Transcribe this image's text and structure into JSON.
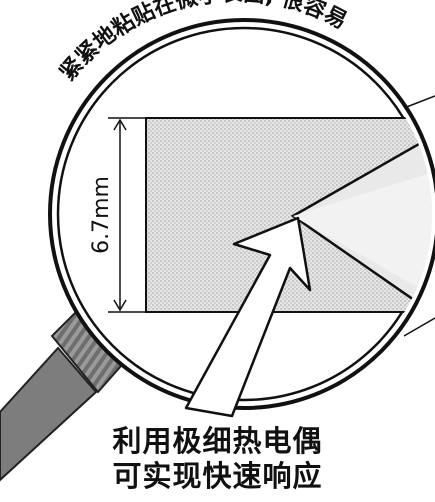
{
  "arc_text": "紧紧地粘贴在微小表面, 很容易",
  "dimension": {
    "value_label": "6.7mm"
  },
  "caption": {
    "line1": "利用极细热电偶",
    "line2": "可实现快速响应"
  },
  "colors": {
    "lens_rim": "#111111",
    "sample_fill": "#d2d2d2",
    "cable_fill": "#8a8a8a",
    "text": "#111111"
  }
}
